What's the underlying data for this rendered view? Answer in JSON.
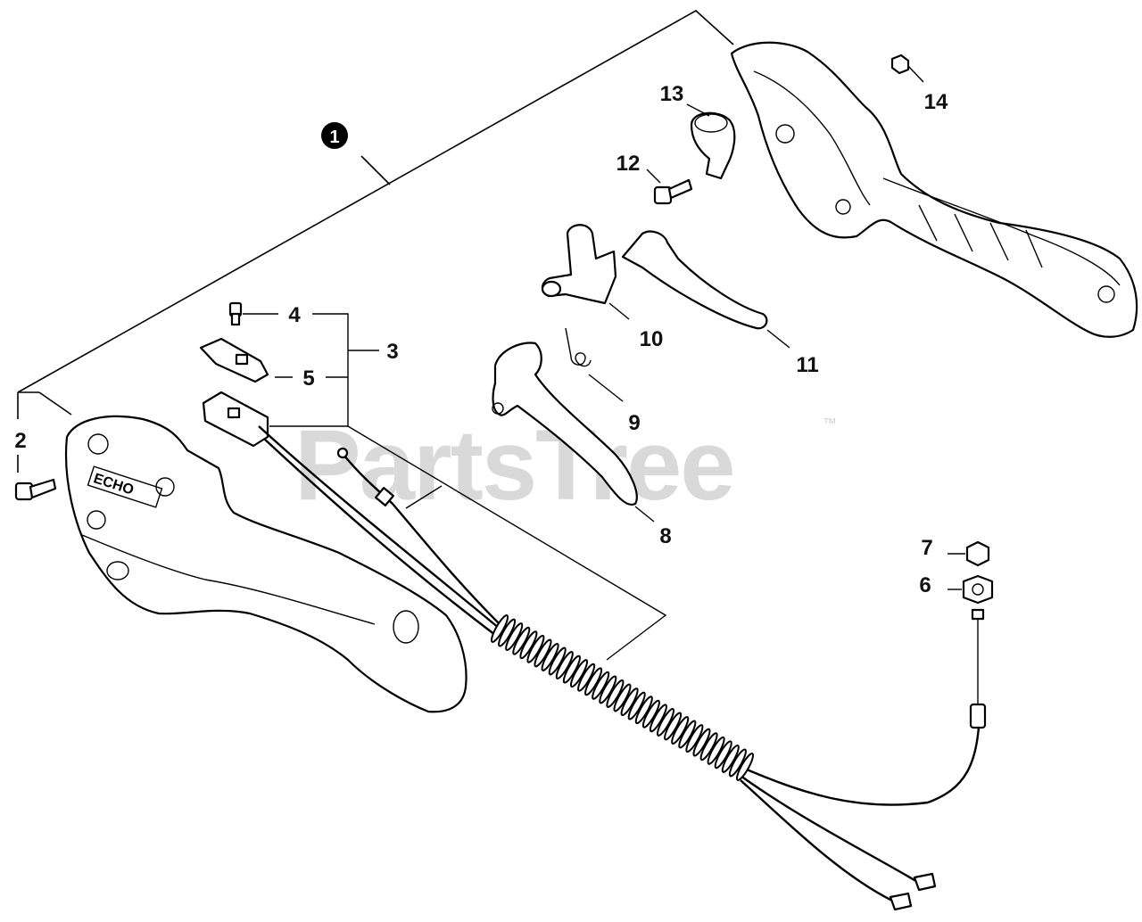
{
  "watermark": {
    "text": "PartsTree",
    "trademark": "™"
  },
  "callouts": {
    "c1": "1",
    "c2": "2",
    "c3": "3",
    "c4": "4",
    "c5": "5",
    "c6": "6",
    "c7": "7",
    "c8": "8",
    "c9": "9",
    "c10": "10",
    "c11": "11",
    "c12": "12",
    "c13": "13",
    "c14": "14"
  },
  "housing_text": "ECHO"
}
